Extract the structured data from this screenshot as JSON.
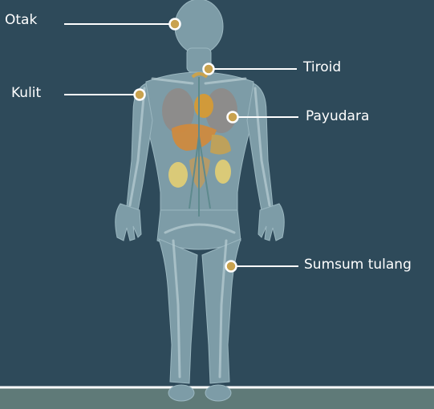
{
  "labels": {
    "otak": "Otak",
    "kulit": "Kulit",
    "tiroid": "Tiroid",
    "payudara": "Payudara",
    "sumsum_tulang": "Sumsum tulang"
  },
  "colors": {
    "background": "#2e4a5a",
    "floor": "#5f7a78",
    "body": "#7d9ca7",
    "marker": "#c9a24e",
    "line": "#ffffff"
  }
}
